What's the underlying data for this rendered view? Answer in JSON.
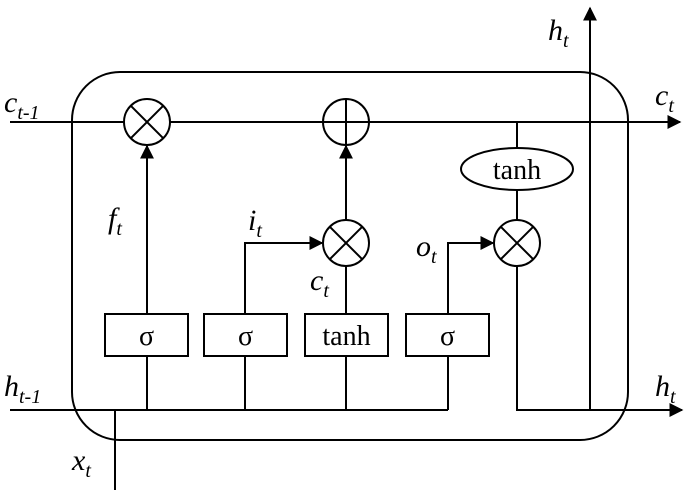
{
  "colors": {
    "stroke": "#000000",
    "background": "#ffffff"
  },
  "gates": {
    "forget": "σ",
    "input": "σ",
    "candidate": "tanh",
    "output": "σ",
    "cell_tanh": "tanh"
  },
  "operators": {
    "multiply_forget": "multiply-icon",
    "add_cell": "add-icon",
    "multiply_input": "multiply-icon",
    "multiply_output": "multiply-icon"
  },
  "labels": {
    "c_prev": {
      "base": "c",
      "sub": "t-1"
    },
    "c_next": {
      "base": "c",
      "sub": "t"
    },
    "h_prev": {
      "base": "h",
      "sub": "t-1"
    },
    "h_next_right": {
      "base": "h",
      "sub": "t"
    },
    "h_next_top": {
      "base": "h",
      "sub": "t"
    },
    "x_in": {
      "base": "x",
      "sub": "t"
    },
    "f_gate": {
      "base": "f",
      "sub": "t"
    },
    "i_gate": {
      "base": "i",
      "sub": "t"
    },
    "c_candidate": {
      "base": "c",
      "sub": "t"
    },
    "o_gate": {
      "base": "o",
      "sub": "t"
    }
  }
}
